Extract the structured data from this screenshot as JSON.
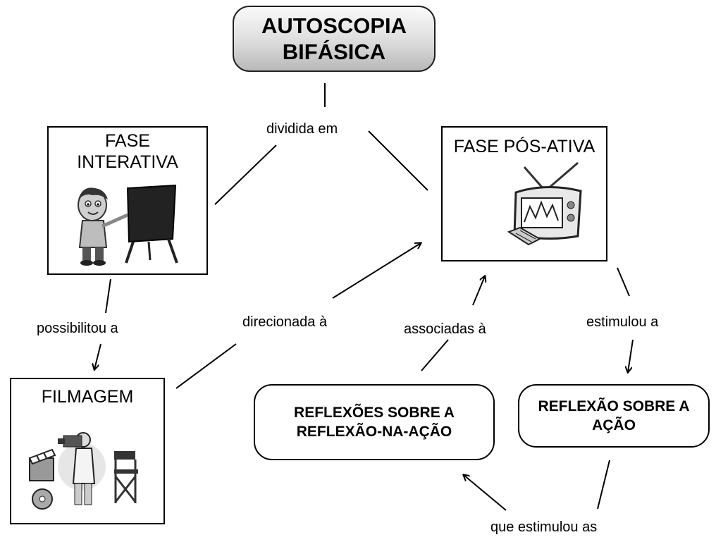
{
  "diagram": {
    "title": {
      "line1": "AUTOSCOPIA",
      "line2": "BIFÁSICA"
    },
    "nodes": {
      "fase_interativa": {
        "line1": "FASE",
        "line2": "INTERATIVA"
      },
      "fase_pos_ativa": "FASE PÓS-ATIVA",
      "filmagem": "FILMAGEM",
      "reflexoes": "REFLEXÕES SOBRE A REFLEXÃO-NA-AÇÃO",
      "reflexao_acao": "REFLEXÃO SOBRE A AÇÃO"
    },
    "links": {
      "dividida_em": "dividida em",
      "possibilitou_a": "possibilitou a",
      "direcionada_a": "direcionada à",
      "associadas_a": "associadas à",
      "estimulou_a": "estimulou a",
      "que_estimulou_as": "que estimulou as"
    },
    "icons": {
      "fase_interativa": "teacher-blackboard-icon",
      "fase_pos_ativa": "television-icon",
      "filmagem": "camera-operator-icon"
    }
  }
}
